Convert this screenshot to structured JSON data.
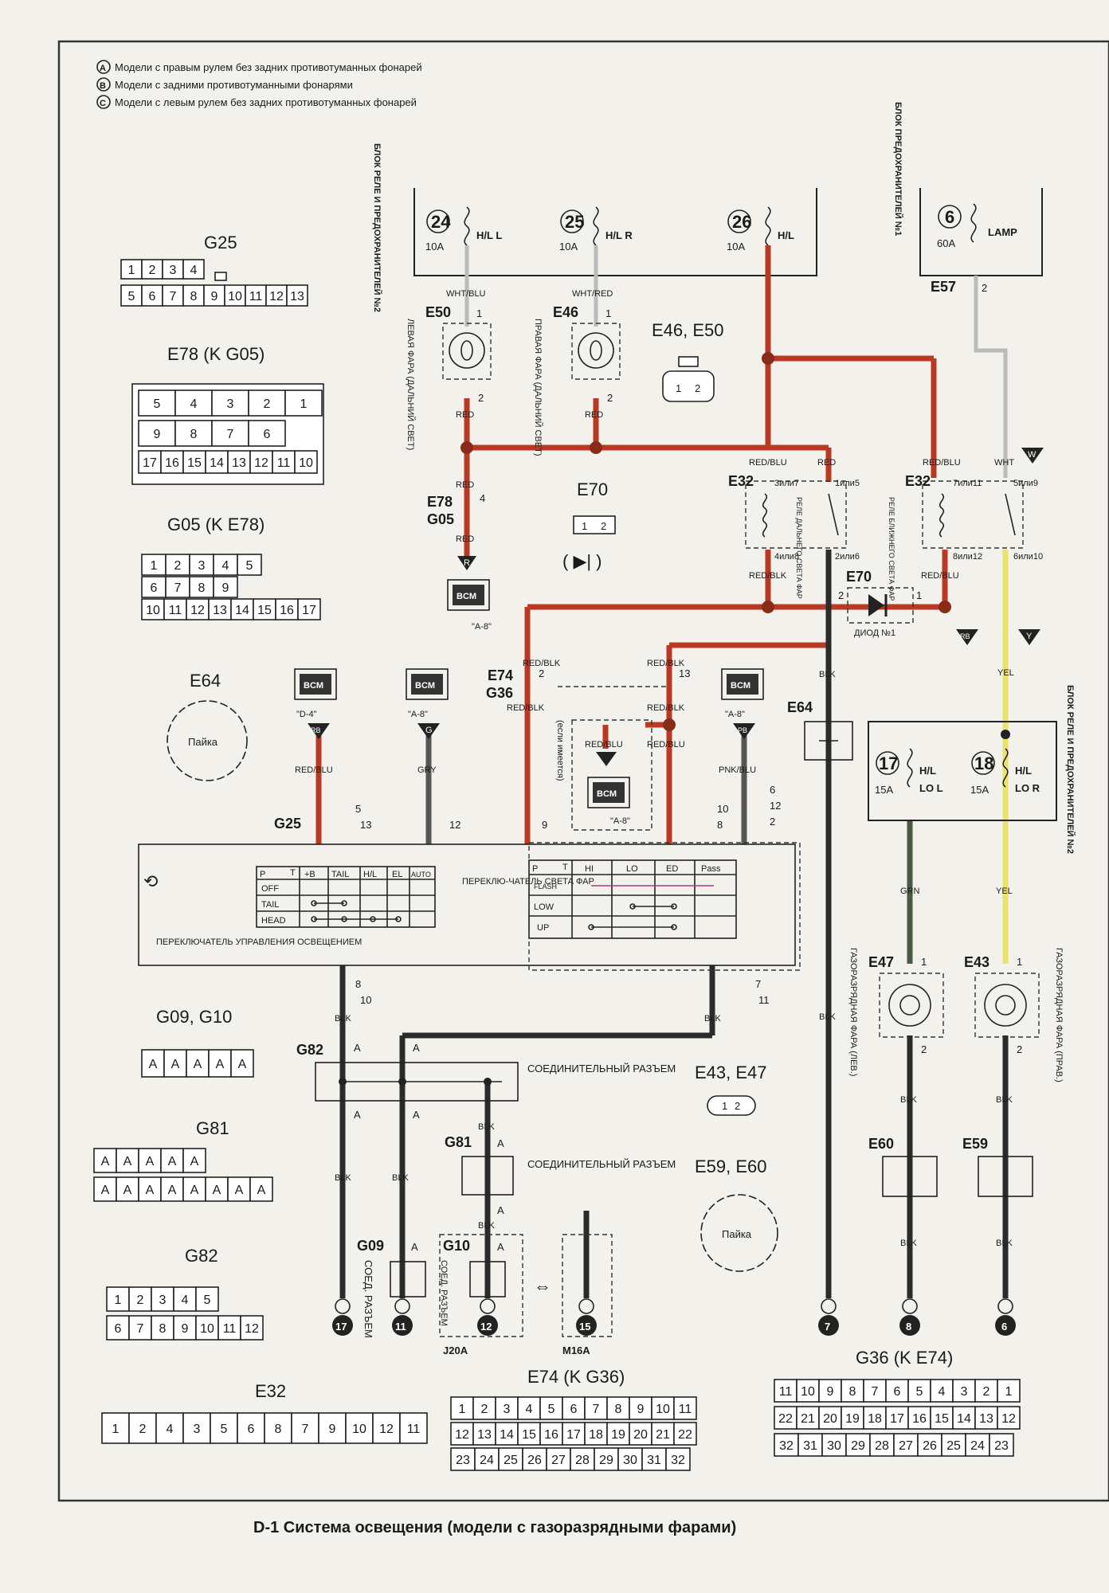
{
  "legend": {
    "a": "Модели с правым рулем без задних противотуманных фонарей",
    "b": "Модели с задними противотуманными фонарями",
    "c": "Модели с левым рулем без задних противотуманных фонарей",
    "a_mark": "A",
    "b_mark": "B",
    "c_mark": "C"
  },
  "caption": "D-1 Система освещения (модели с газоразрядными фарами)",
  "fuse_box_2_label": "БЛОК РЕЛЕ И ПРЕДОХРАНИТЕЛЕЙ №2",
  "fuse_box_1_label": "БЛОК ПРЕДОХРАНИТЕЛЕЙ №1",
  "fuses": [
    {
      "num": "24",
      "amp": "10A",
      "name": "H/L L"
    },
    {
      "num": "25",
      "amp": "10A",
      "name": "H/L R"
    },
    {
      "num": "26",
      "amp": "10A",
      "name": "H/L"
    },
    {
      "num": "6",
      "amp": "60A",
      "name": "LAMP"
    },
    {
      "num": "17",
      "amp": "15A",
      "name": "H/L",
      "name2": "LO L"
    },
    {
      "num": "18",
      "amp": "15A",
      "name": "H/L",
      "name2": "LO R"
    }
  ],
  "connectors": {
    "g25": {
      "title": "G25",
      "row1": [
        "1",
        "2",
        "3",
        "4"
      ],
      "row2": [
        "5",
        "6",
        "7",
        "8",
        "9",
        "10",
        "11",
        "12",
        "13"
      ]
    },
    "e78": {
      "title": "E78 (K G05)",
      "row1": [
        "5",
        "4",
        "3",
        "2",
        "1"
      ],
      "row2": [
        "9",
        "8",
        "7",
        "6"
      ],
      "row3": [
        "17",
        "16",
        "15",
        "14",
        "13",
        "12",
        "11",
        "10"
      ]
    },
    "g05": {
      "title": "G05 (K E78)",
      "row1": [
        "1",
        "2",
        "3",
        "4",
        "5"
      ],
      "row2": [
        "6",
        "7",
        "8",
        "9"
      ],
      "row3": [
        "10",
        "11",
        "12",
        "13",
        "14",
        "15",
        "16",
        "17"
      ]
    },
    "e64": {
      "title": "E64",
      "inner": "Пайка"
    },
    "g09g10": {
      "title": "G09, G10",
      "cells": [
        "A",
        "A",
        "A",
        "A",
        "A"
      ]
    },
    "g81": {
      "title": "G81",
      "row1": [
        "A",
        "A",
        "A",
        "A",
        "A"
      ],
      "row2": [
        "A",
        "A",
        "A",
        "A",
        "A",
        "A",
        "A",
        "A"
      ]
    },
    "g82": {
      "title": "G82",
      "row1": [
        "1",
        "2",
        "3",
        "4",
        "5"
      ],
      "row2": [
        "6",
        "7",
        "8",
        "9",
        "10",
        "11",
        "12"
      ]
    },
    "e32": {
      "title": "E32",
      "cells": [
        "1",
        "2",
        "4",
        "3",
        "5",
        "6",
        "8",
        "7",
        "9",
        "10",
        "12",
        "11"
      ]
    },
    "e74": {
      "title": "E74 (K G36)",
      "row1": [
        "1",
        "2",
        "3",
        "4",
        "5",
        "6",
        "7",
        "8",
        "9",
        "10",
        "11"
      ],
      "row2": [
        "12",
        "13",
        "14",
        "15",
        "16",
        "17",
        "18",
        "19",
        "20",
        "21",
        "22"
      ],
      "row3": [
        "23",
        "24",
        "25",
        "26",
        "27",
        "28",
        "29",
        "30",
        "31",
        "32"
      ]
    },
    "g36": {
      "title": "G36 (K E74)",
      "row1": [
        "11",
        "10",
        "9",
        "8",
        "7",
        "6",
        "5",
        "4",
        "3",
        "2",
        "1"
      ],
      "row2": [
        "22",
        "21",
        "20",
        "19",
        "18",
        "17",
        "16",
        "15",
        "14",
        "13",
        "12"
      ],
      "row3": [
        "32",
        "31",
        "30",
        "29",
        "28",
        "27",
        "26",
        "25",
        "24",
        "23"
      ]
    },
    "e46e50": {
      "title": "E46, E50",
      "cells": [
        "1",
        "2"
      ]
    },
    "e70": {
      "title": "E70",
      "cells": [
        "1",
        "2"
      ]
    },
    "e43e47": {
      "title": "E43, E47",
      "cells": [
        "1",
        "2"
      ]
    },
    "e59e60": {
      "title": "E59, E60",
      "inner": "Пайка"
    }
  },
  "wires": {
    "wht_blu": "WHT/BLU",
    "wht_red": "WHT/RED",
    "red": "RED",
    "red_blu": "RED/BLU",
    "red_blk": "RED/BLK",
    "blk": "BLK",
    "yel": "YEL",
    "grn": "GRN",
    "gry": "GRY",
    "pnk_blu": "PNK/BLU",
    "wht": "WHT"
  },
  "components": {
    "e50": "E50",
    "e46": "E46",
    "e50_label": "ЛЕВАЯ ФАРА (ДАЛЬНИЙ СВЕТ)",
    "e46_label": "ПРАВАЯ ФАРА (ДАЛЬНИЙ СВЕТ)",
    "e32": "E32",
    "relay_hi": "РЕЛЕ ДАЛЬНЕГО СВЕТА ФАР",
    "relay_lo": "РЕЛЕ БЛИЖНЕГО СВЕТА ФАР",
    "e57": "E57",
    "e78": "E78",
    "g05": "G05",
    "bcm": "BCM",
    "a8": "\"A-8\"",
    "d4": "\"D-4\"",
    "e70": "E70",
    "diode": "ДИОД №1",
    "e74": "E74",
    "g36": "G36",
    "if_equipped": "(если имеется)",
    "e64": "E64",
    "g25": "G25",
    "sw_ctrl": "ПЕРЕКЛЮЧАТЕЛЬ УПРАВЛЕНИЯ ОСВЕЩЕНИЕМ",
    "sw_dim": "ПЕРЕКЛЮ-ЧАТЕЛЬ СВЕТА ФАР",
    "sw_cols": [
      "P",
      "T",
      "+B",
      "TAIL",
      "H/L",
      "EL",
      "AUTO"
    ],
    "sw_rows": [
      "OFF",
      "TAIL",
      "HEAD"
    ],
    "dim_cols": [
      "P",
      "T",
      "HI",
      "LO",
      "ED",
      "Pass"
    ],
    "dim_rows": [
      "FLASH",
      "LOW",
      "UP"
    ],
    "e47": "E47",
    "e43": "E43",
    "e47_label": "ГАЗОРАЗРЯДНАЯ ФАРА (ЛЕВ.)",
    "e43_label": "ГАЗОРАЗРЯДНАЯ ФАРА (ПРАВ.)",
    "e60": "E60",
    "e59": "E59",
    "g82": "G82",
    "g81": "G81",
    "g09": "G09",
    "g10": "G10",
    "joint": "СОЕДИНИТЕЛЬНЫЙ РАЗЪЕМ",
    "soed": "СОЕД. РАЗЪЕМ",
    "j20a": "J20A",
    "m16a": "M16A",
    "grounds": [
      "17",
      "11",
      "12",
      "15",
      "7",
      "8",
      "6"
    ]
  },
  "pins": {
    "e50_1": "1",
    "e50_2": "2",
    "e46_1": "1",
    "e46_2": "2",
    "e57_2": "2",
    "e78_4": "4",
    "e74_2": "2",
    "g36_13": "13",
    "hi_3": "3или7",
    "hi_1": "1или5",
    "hi_4": "4или8",
    "hi_2": "2или6",
    "lo_7": "7или11",
    "lo_5": "5или9",
    "lo_8": "8или12",
    "lo_6": "6или10",
    "d_2": "2",
    "d_1": "1",
    "g25_5": "5",
    "g25_13": "13",
    "g25_12": "12",
    "g25_9": "9",
    "g25_10": "10",
    "g25_8": "8",
    "g25_6": "6",
    "g25_12b": "12",
    "g25_2": "2",
    "g25_8b": "8",
    "g25_10b": "10",
    "g25_7": "7",
    "g25_11": "11",
    "e47_1": "1",
    "e47_2": "2",
    "e43_1": "1",
    "e43_2": "2",
    "a": "A",
    "tri_rb": "RB",
    "tri_g": "G",
    "tri_pb": "PB",
    "tri_r": "R",
    "tri_w": "W",
    "tri_y": "Y"
  }
}
